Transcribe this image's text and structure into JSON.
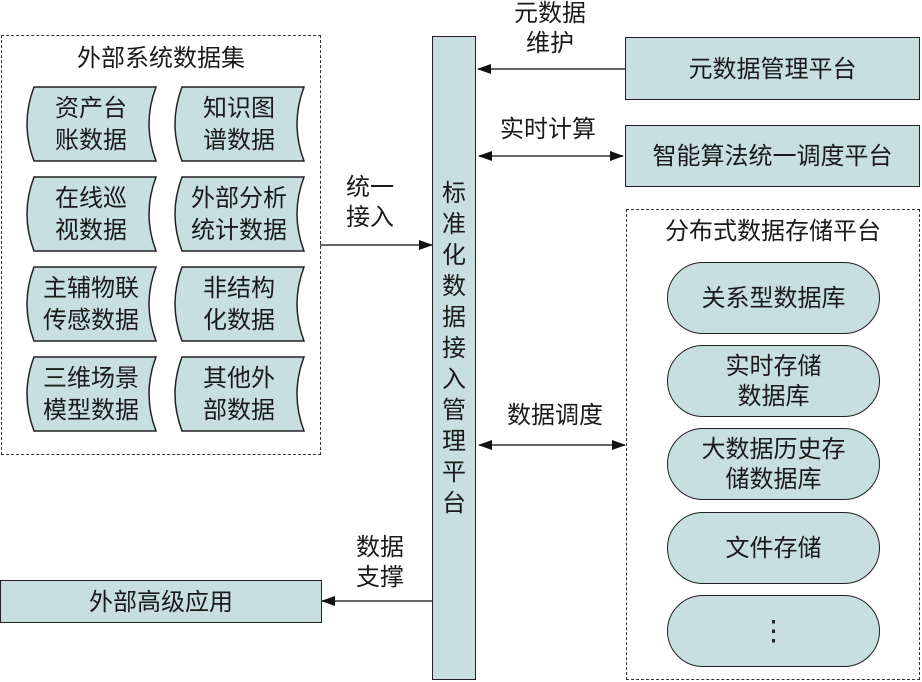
{
  "external_dataset": {
    "title": "外部系统数据集",
    "items": [
      "资产台\n账数据",
      "知识图\n谱数据",
      "在线巡\n视数据",
      "外部分析\n统计数据",
      "主辅物联\n传感数据",
      "非结构\n化数据",
      "三维场景\n模型数据",
      "其他外\n部数据"
    ]
  },
  "central_platform": {
    "chars": [
      "标",
      "准",
      "化",
      "数",
      "据",
      "接",
      "入",
      "管",
      "理",
      "平",
      "台"
    ],
    "name": "标准化数据接入管理平台"
  },
  "right_platforms": {
    "metadata": "元数据管理平台",
    "algorithm": "智能算法统一调度平台"
  },
  "storage": {
    "title": "分布式数据存储平台",
    "items": [
      "关系型数据库",
      "实时存储\n数据库",
      "大数据历史存\n储数据库",
      "文件存储",
      "⋮"
    ]
  },
  "external_app": "外部高级应用",
  "connectors": {
    "unified_access": "统一\n接入",
    "metadata_maintenance": "元数据\n维护",
    "realtime_compute": "实时计算",
    "data_scheduling": "数据调度",
    "data_support": "数据\n支撑"
  },
  "colors": {
    "fill": "#c8dfdf",
    "stroke": "#222222"
  }
}
